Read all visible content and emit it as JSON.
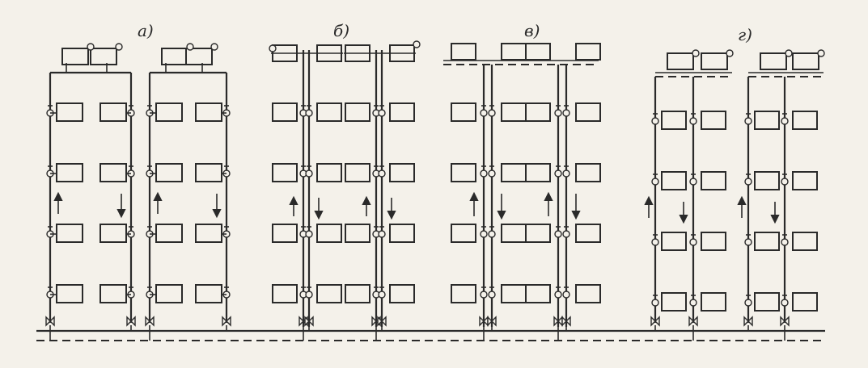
{
  "colors": {
    "ink": "#2a2a2a",
    "paper": "#f4f1ea"
  },
  "labels": {
    "a": "а)",
    "b": "б)",
    "v": "в)",
    "g": "г)"
  },
  "schemes": [
    {
      "key": "a",
      "floors": 5,
      "has_return_dashed": false
    },
    {
      "key": "b",
      "floors": 5,
      "has_return_dashed": false
    },
    {
      "key": "v",
      "floors": 5,
      "has_return_dashed": true
    },
    {
      "key": "g",
      "floors": 5,
      "has_return_dashed": true
    }
  ]
}
